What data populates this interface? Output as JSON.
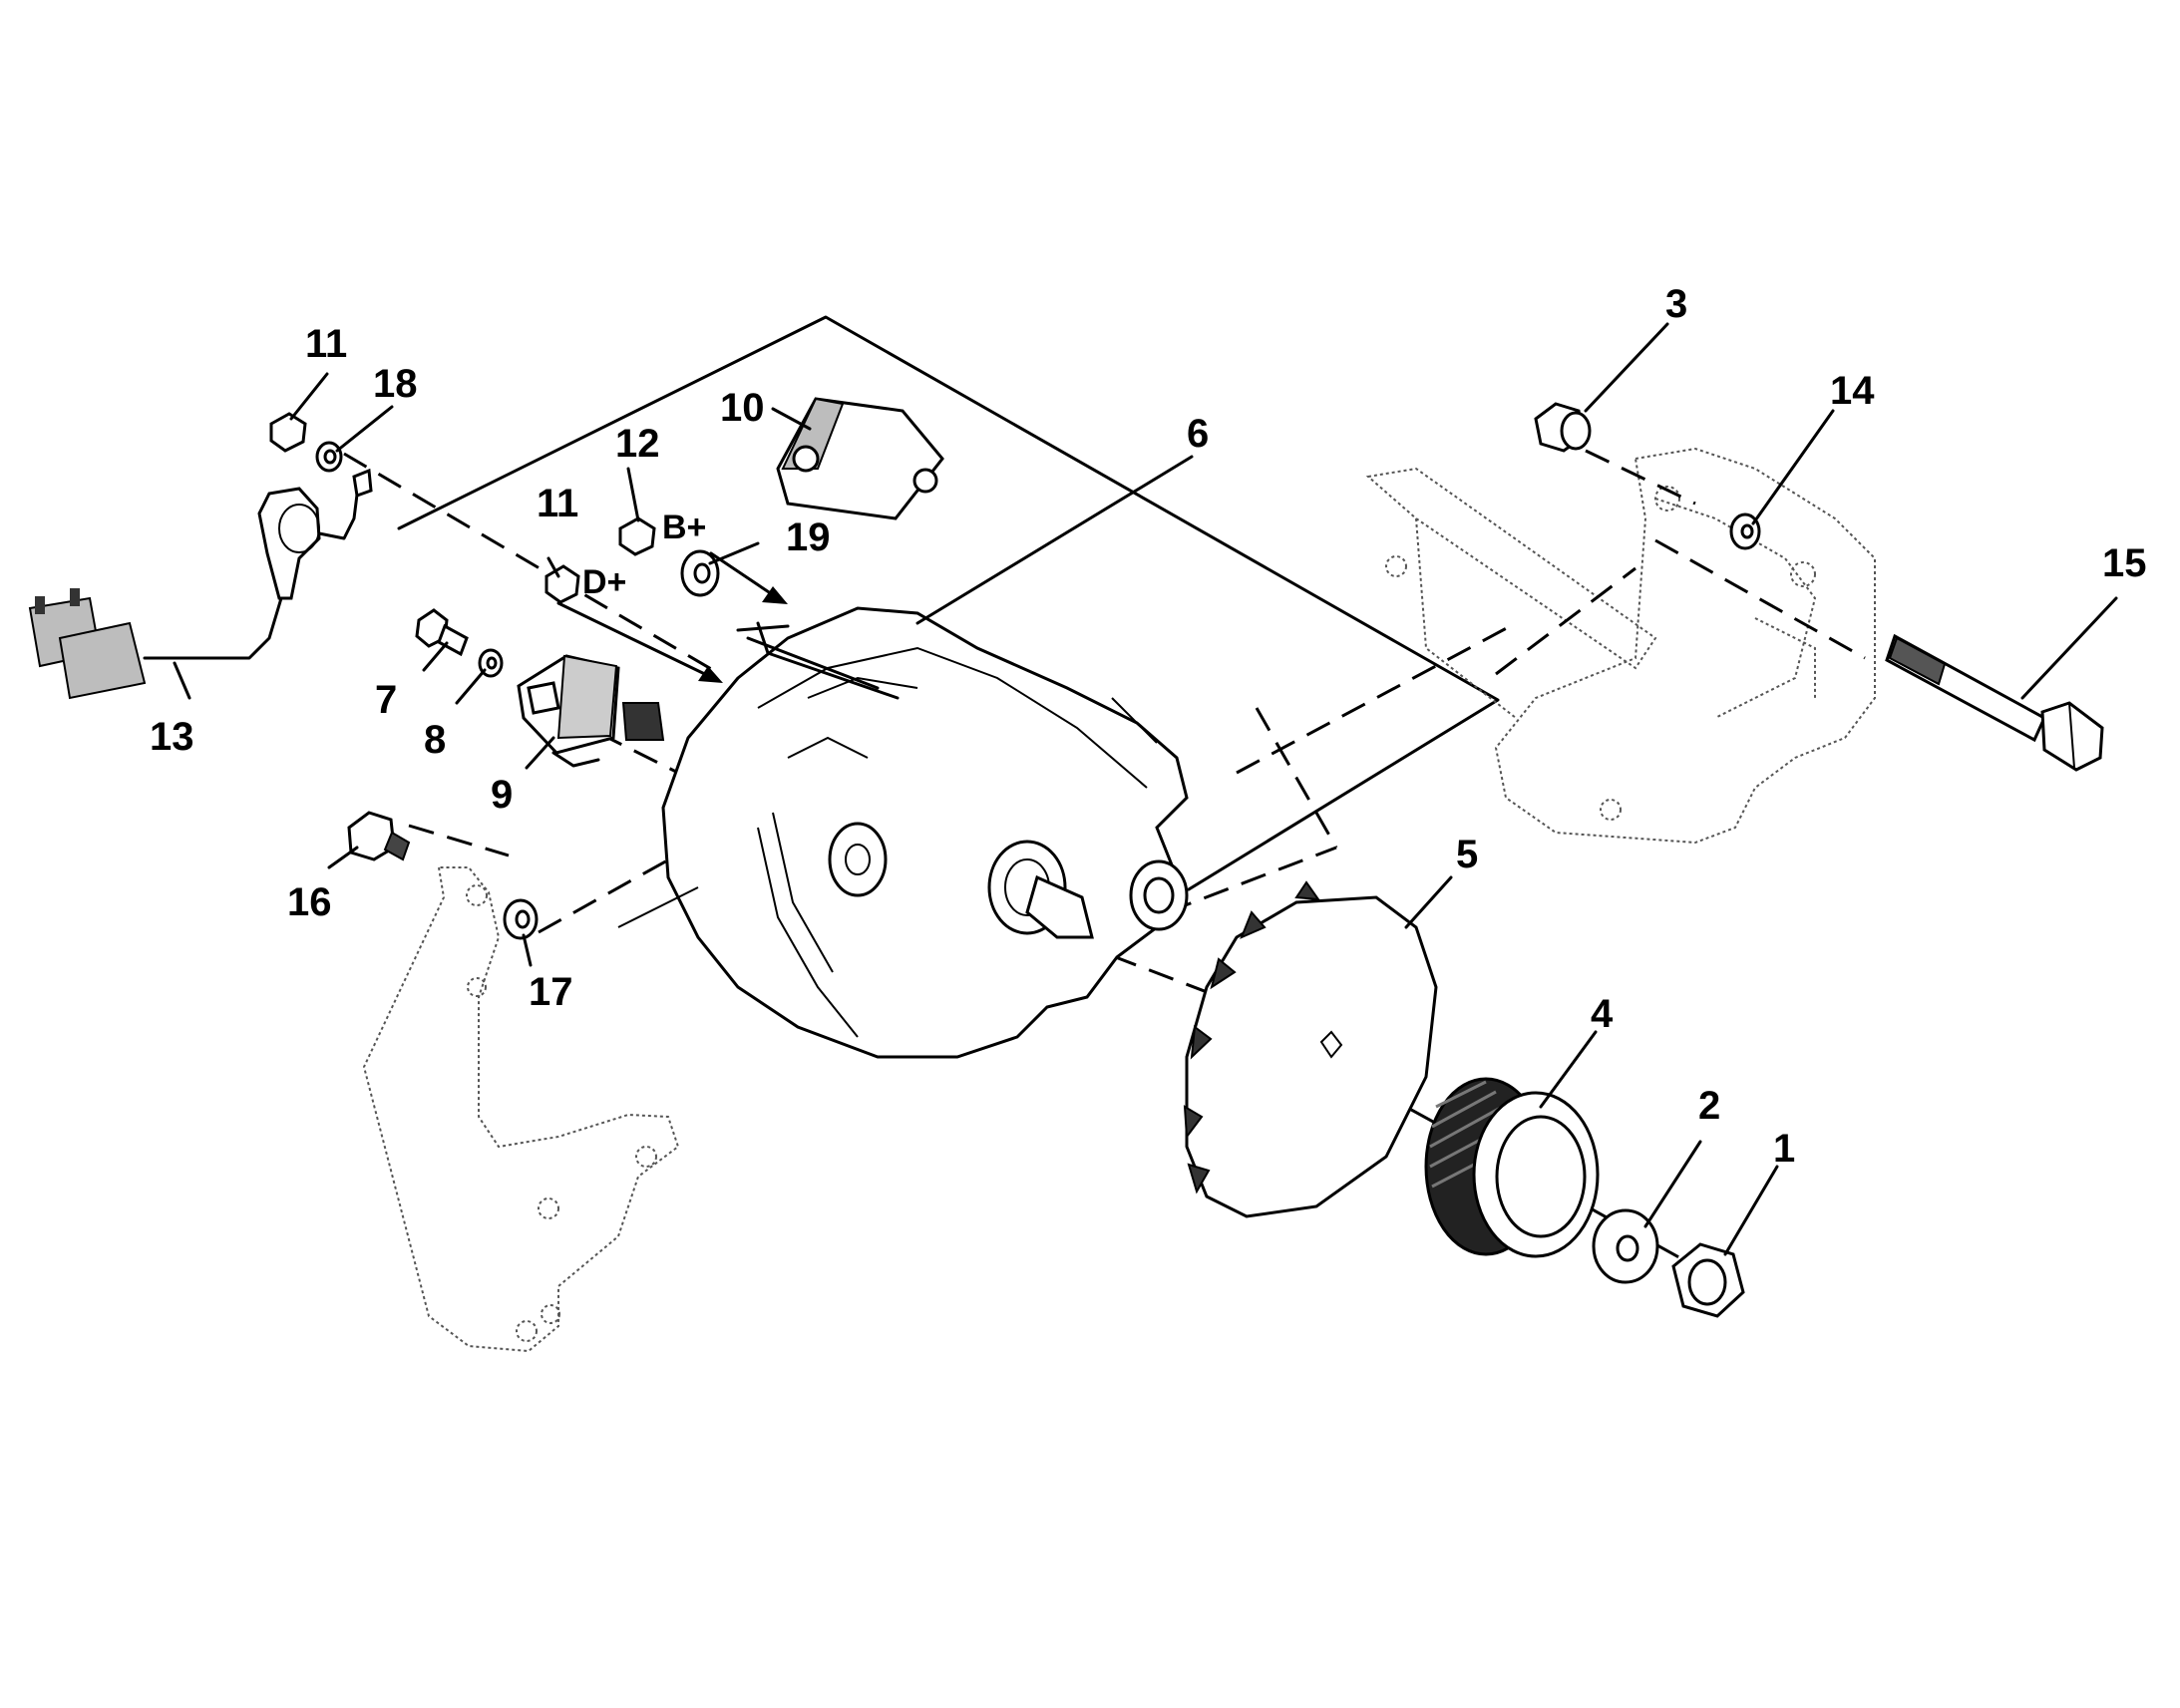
{
  "callouts": {
    "c1": "1",
    "c2": "2",
    "c3": "3",
    "c4": "4",
    "c5": "5",
    "c6": "6",
    "c7": "7",
    "c8": "8",
    "c9": "9",
    "c10": "10",
    "c11a": "11",
    "c11b": "11",
    "c12": "12",
    "c13": "13",
    "c14": "14",
    "c15": "15",
    "c16": "16",
    "c17": "17",
    "c18": "18",
    "c19": "19"
  },
  "terminals": {
    "b_plus": "B+",
    "d_plus": "D+"
  }
}
